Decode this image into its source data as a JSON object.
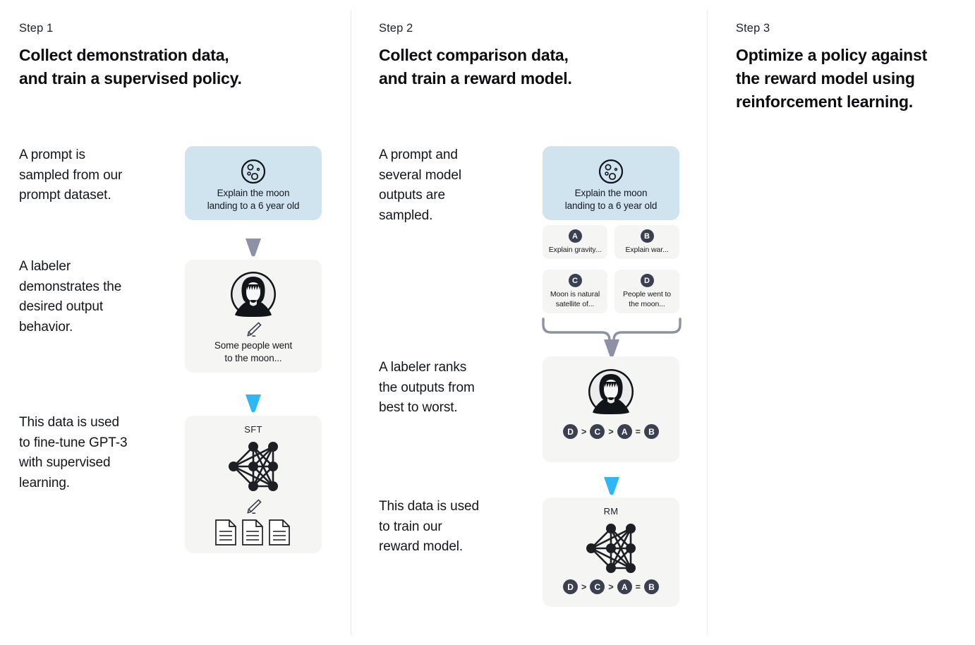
{
  "theme": {
    "background": "#ffffff",
    "prompt_card_bg": "#cfe4ef",
    "card_bg": "#f5f5f4",
    "badge_bg": "#3b4050",
    "arrow_gray": "#8e90a6",
    "arrow_blue": "#2db8f5",
    "divider": "#e9eaec",
    "text": "#13161a"
  },
  "columns": [
    {
      "step_label": "Step 1",
      "title_line_1": "Collect demonstration data,",
      "title_line_2": "and train a supervised policy.",
      "paragraphs": [
        "A prompt is\nsampled from our\nprompt dataset.",
        "A labeler\ndemonstrates the\ndesired output\nbehavior.",
        "This data is used\nto fine-tune GPT-3\nwith supervised\nlearning."
      ],
      "cards": [
        {
          "kind": "prompt",
          "icon": "moon-icon",
          "text_line_1": "Explain the moon",
          "text_line_2": "landing to a 6 year old"
        },
        {
          "kind": "labeler",
          "icon": "labeler-avatar-icon",
          "sub_icon": "pencil-icon",
          "text_line_1": "Some people went",
          "text_line_2": "to the moon..."
        },
        {
          "kind": "model",
          "model_name": "SFT",
          "icon": "neural-network-icon",
          "sub_icon": "pencil-icon",
          "documents_icon": "documents-icon",
          "document_count": 3
        }
      ],
      "arrows": [
        {
          "color": "gray",
          "name": "arrow-prompt-to-labeler"
        },
        {
          "color": "blue",
          "name": "arrow-labeler-to-sft"
        }
      ]
    },
    {
      "step_label": "Step 2",
      "title_line_1": "Collect comparison data,",
      "title_line_2": "and train a reward model.",
      "paragraphs": [
        "A prompt and\nseveral model\noutputs are\nsampled.",
        "A labeler ranks\nthe outputs from\nbest to worst.",
        "This data is used\nto train our\nreward model."
      ],
      "cards": [
        {
          "kind": "prompt",
          "icon": "moon-icon",
          "text_line_1": "Explain the moon",
          "text_line_2": "landing to a 6 year old"
        },
        {
          "kind": "outputs",
          "items": [
            {
              "letter": "A",
              "text": "Explain gravity..."
            },
            {
              "letter": "B",
              "text": "Explain war..."
            },
            {
              "letter": "C",
              "text": "Moon is natural\nsatellite of..."
            },
            {
              "letter": "D",
              "text": "People went to\nthe moon..."
            }
          ]
        },
        {
          "kind": "labeler-rank",
          "icon": "labeler-avatar-icon",
          "ranking": [
            "D",
            ">",
            "C",
            ">",
            "A",
            "=",
            "B"
          ]
        },
        {
          "kind": "model",
          "model_name": "RM",
          "icon": "neural-network-icon",
          "ranking": [
            "D",
            ">",
            "C",
            ">",
            "A",
            "=",
            "B"
          ]
        }
      ],
      "arrows": [
        {
          "color": "gray",
          "name": "brace-outputs-to-labeler"
        },
        {
          "color": "blue",
          "name": "arrow-labeler-to-rm"
        }
      ]
    },
    {
      "step_label": "Step 3",
      "title_line_1": "Optimize a policy against",
      "title_line_2": "the reward model using",
      "title_line_3": "reinforcement learning.",
      "paragraphs": [],
      "cards": [],
      "arrows": []
    }
  ]
}
